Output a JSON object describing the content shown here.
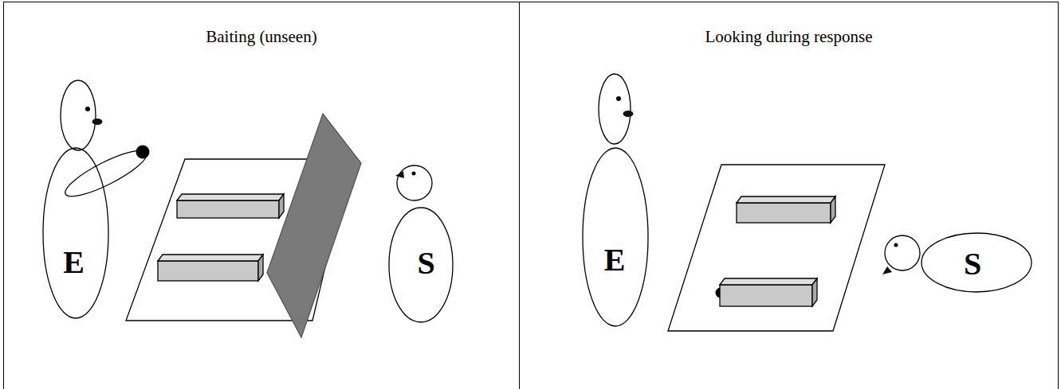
{
  "diagram": {
    "nodes": [
      {
        "text": [
          "Baiting (unseen)"
        ]
      },
      {
        "text": [
          "E"
        ],
        "in": 0
      },
      {
        "text": [
          "S"
        ],
        "in": 0
      },
      {
        "text": [
          "Looking during response"
        ]
      },
      {
        "text": [
          "E"
        ],
        "in": 3
      },
      {
        "text": [
          "S"
        ],
        "in": 3
      }
    ],
    "edges": []
  }
}
